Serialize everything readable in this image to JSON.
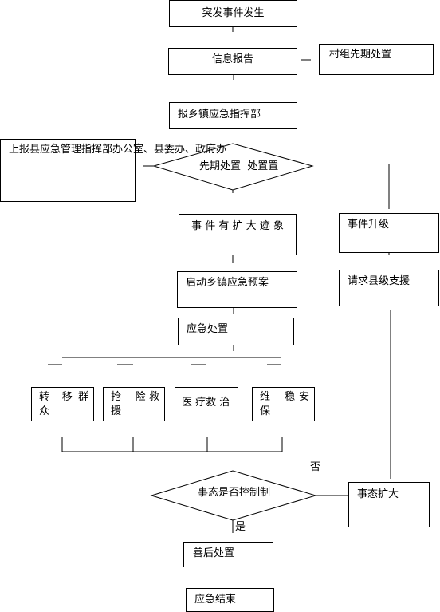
{
  "nodes": {
    "event_occur": "突发事件发生",
    "info_report": "信息报告",
    "village_initial": "村组先期处置",
    "report_town": "报乡镇应急指挥部",
    "report_county": "上报县应急管理指挥部办公室、县委办、政府办",
    "initial_disposal": "先期处置  处置置",
    "expand_signs": "事 件 有 扩 大 迹 象",
    "start_plan": "启动乡镇应急预案",
    "emergency_disposal": "应急处置",
    "transfer_people": "转　移 群　众",
    "rescue": "抢　 险 救　援",
    "medical": "医 疗救 治",
    "stability": "维　 稳 安　保",
    "event_upgrade": "事件升级",
    "request_county": "请求县级支援",
    "is_controlled": "事态是否控制制",
    "escalate": "事态扩大",
    "aftermath": "善后处置",
    "end": "应急结束"
  },
  "labels": {
    "no": "否",
    "yes": "是"
  }
}
